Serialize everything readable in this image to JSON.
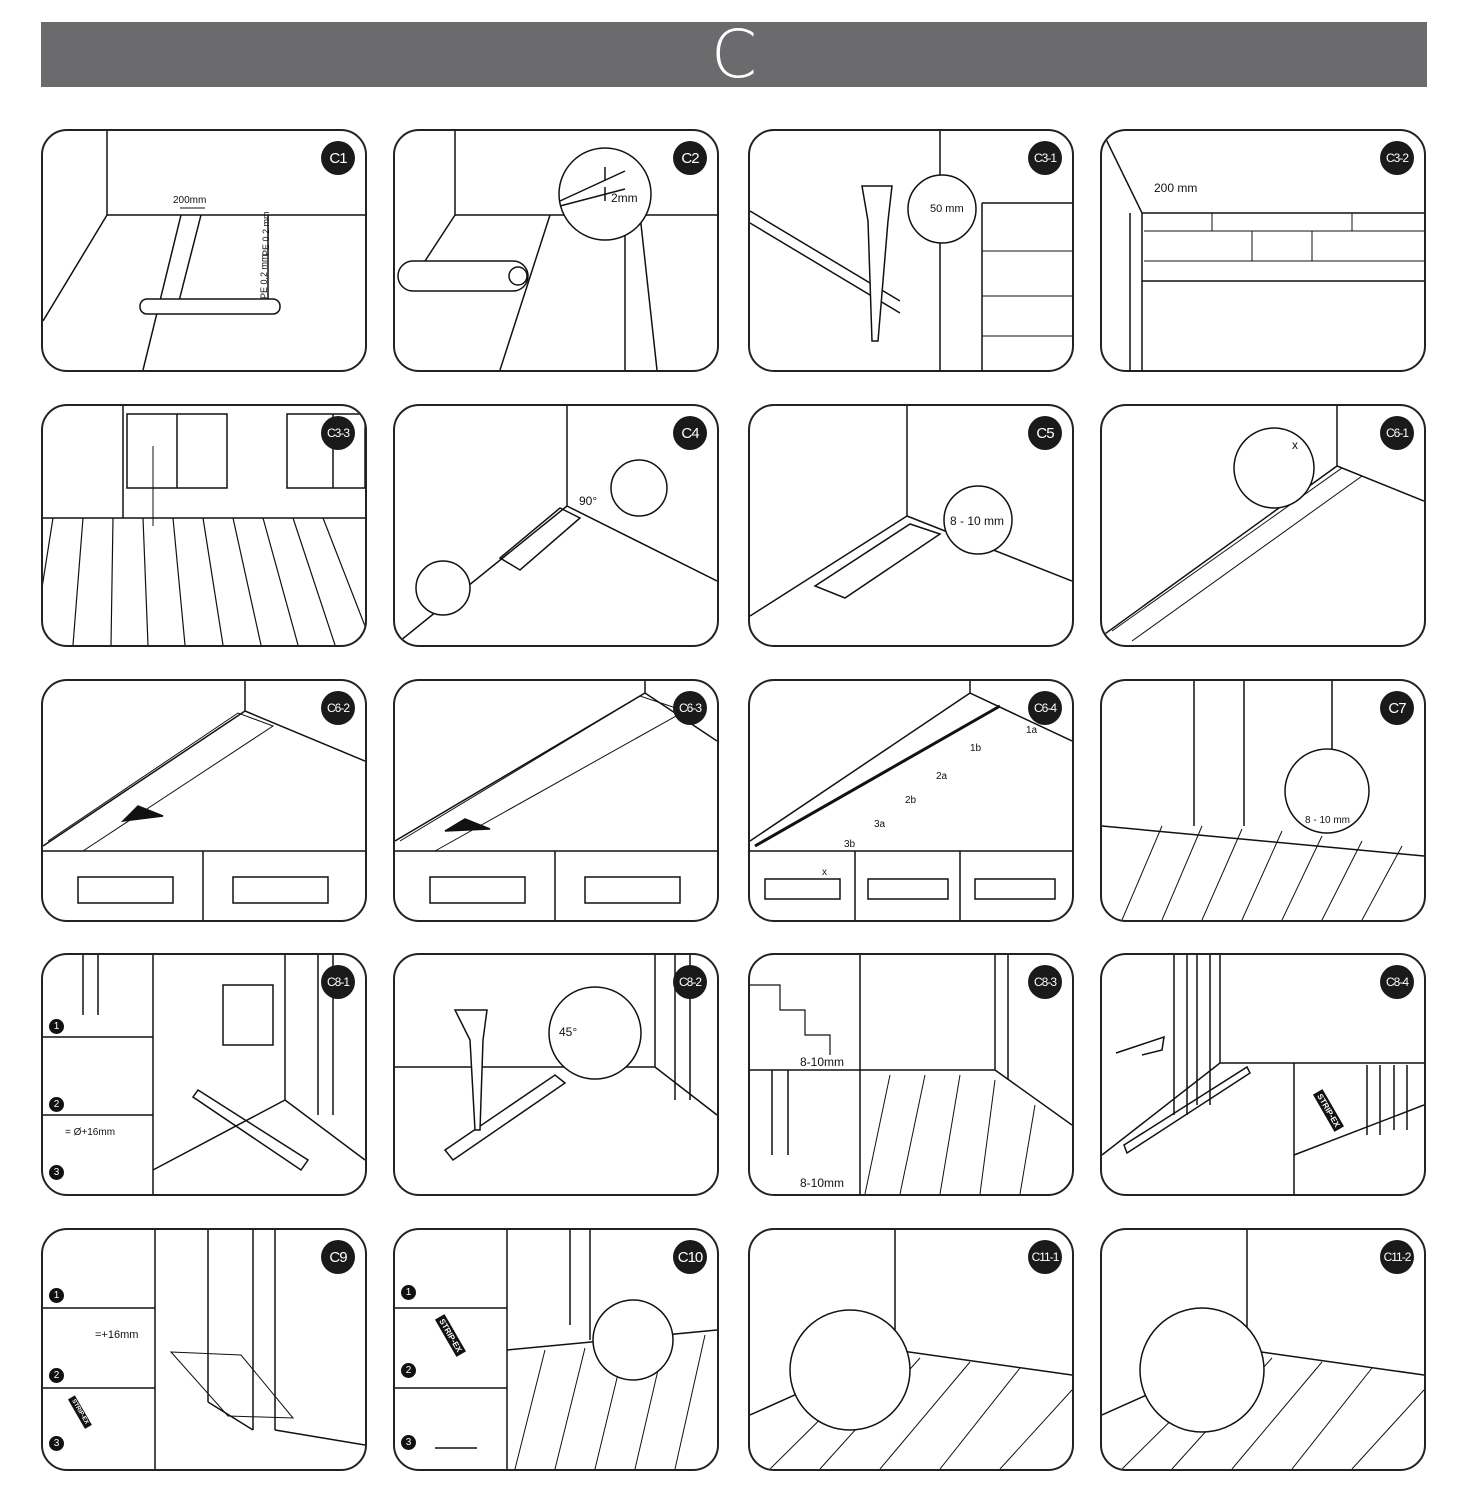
{
  "header": {
    "title": "C"
  },
  "panels": {
    "c1": {
      "label": "C1",
      "width": "200mm",
      "pe1": "PE 0.2 mm",
      "pe2": "PE 0.2 mm"
    },
    "c2": {
      "label": "C2",
      "gap": "2mm"
    },
    "c3_1": {
      "label": "C3-1",
      "height": "50 mm"
    },
    "c3_2": {
      "label": "C3-2",
      "offset": "200 mm"
    },
    "c3_3": {
      "label": "C3-3"
    },
    "c4": {
      "label": "C4",
      "angle": "90°"
    },
    "c5": {
      "label": "C5",
      "gap": "8 - 10 mm"
    },
    "c6_1": {
      "label": "C6-1",
      "x": "x"
    },
    "c6_2": {
      "label": "C6-2"
    },
    "c6_3": {
      "label": "C6-3"
    },
    "c6_4": {
      "label": "C6-4",
      "steps": [
        "1a",
        "1b",
        "2a",
        "2b",
        "3a",
        "3b"
      ],
      "x": "x"
    },
    "c7": {
      "label": "C7",
      "gap": "8 - 10 mm"
    },
    "c8_1": {
      "label": "C8-1",
      "steps": [
        "1",
        "2",
        "3"
      ],
      "hole": "= Ø+16mm"
    },
    "c8_2": {
      "label": "C8-2",
      "angle": "45°"
    },
    "c8_3": {
      "label": "C8-3",
      "gap1": "8-10mm",
      "gap2": "8-10mm"
    },
    "c8_4": {
      "label": "C8-4",
      "tube": "STRIP-EX"
    },
    "c9": {
      "label": "C9",
      "steps": [
        "1",
        "2",
        "3"
      ],
      "cut": "=+16mm",
      "tube": "STRIP-EX"
    },
    "c10": {
      "label": "C10",
      "steps": [
        "1",
        "2",
        "3"
      ],
      "tube": "STRIP-EX"
    },
    "c11_1": {
      "label": "C11-1"
    },
    "c11_2": {
      "label": "C11-2"
    }
  }
}
